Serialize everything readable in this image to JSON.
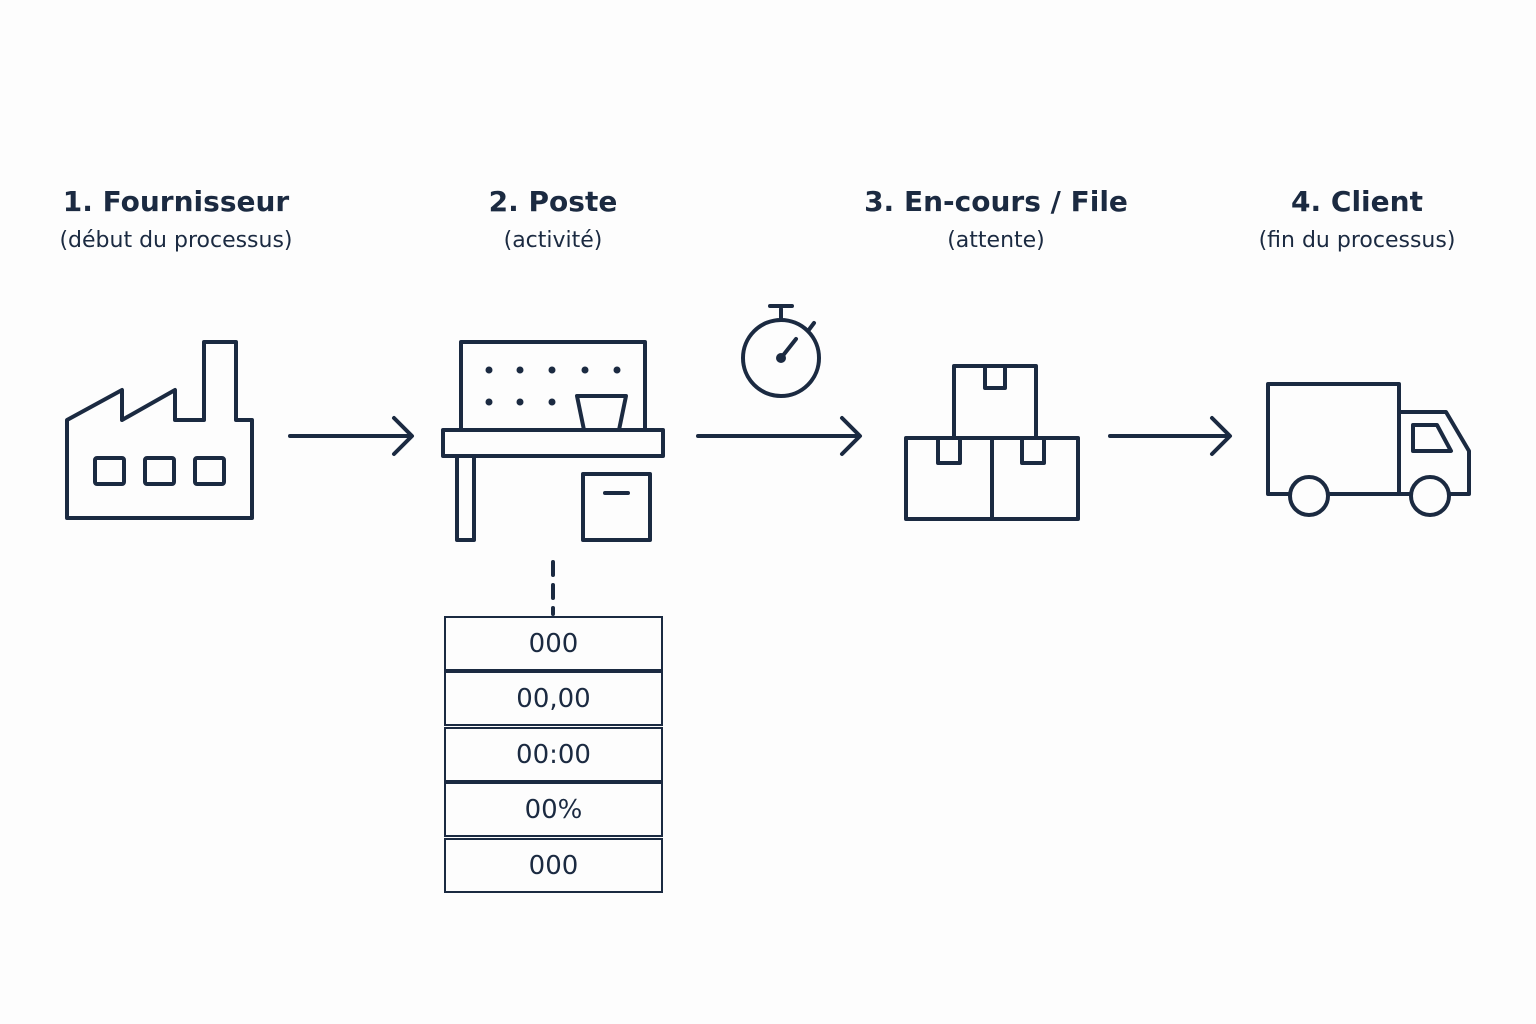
{
  "stages": [
    {
      "title": "1. Fournisseur",
      "subtitle": "(début du processus)",
      "icon": "factory-icon"
    },
    {
      "title": "2. Poste",
      "subtitle": "(activité)",
      "icon": "workstation-icon"
    },
    {
      "title": "3. En-cours / File",
      "subtitle": "(attente)",
      "icon": "boxes-icon"
    },
    {
      "title": "4. Client",
      "subtitle": "(fin du processus)",
      "icon": "truck-icon"
    }
  ],
  "timer_icon": "stopwatch-icon",
  "data_box": {
    "rows": [
      "000",
      "00,00",
      "00:00",
      "00%",
      "000"
    ]
  },
  "colors": {
    "ink": "#1b2a41",
    "background": "#fdfdfd"
  }
}
